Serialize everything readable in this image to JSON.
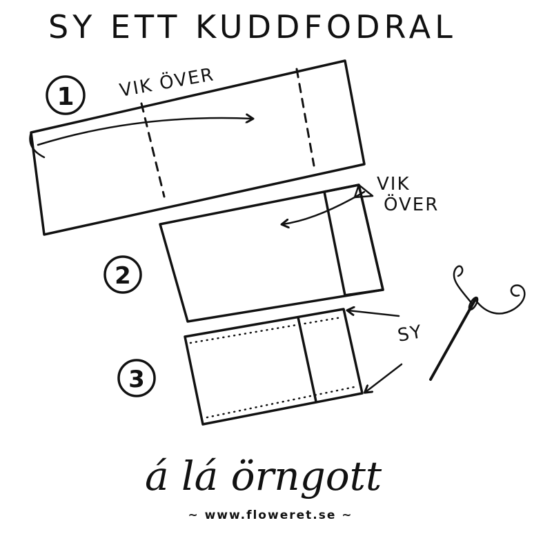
{
  "title": "SY ETT KUDDFODRAL",
  "steps": [
    {
      "number": "1",
      "label": "VIK ÖVER"
    },
    {
      "number": "2",
      "label_line1": "VIK",
      "label_line2": "ÖVER"
    },
    {
      "number": "3",
      "label": "SY"
    }
  ],
  "signature": "á lá örngott",
  "website": "~ www.floweret.se ~"
}
